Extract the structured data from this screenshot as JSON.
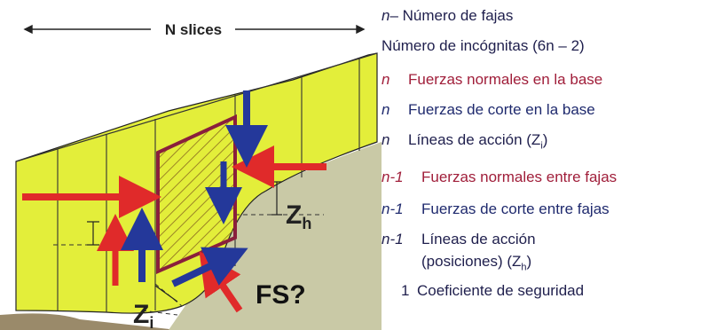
{
  "diagram": {
    "top_label": "N slices",
    "zh_label": "Z",
    "zh_sub": "h",
    "zi_label": "Z",
    "zi_sub": "i",
    "fs_label": "FS?",
    "colors": {
      "soil": "#e3ee3a",
      "ground": "#c7c7a3",
      "slice_border": "#8a1f3c",
      "arrow_red": "#e02a2a",
      "arrow_blue": "#24389a"
    }
  },
  "legend": {
    "title_sym": "n",
    "title_text": " – Número de fajas",
    "unknowns": "Número de incógnitas (6n – 2)",
    "items": [
      {
        "sym": "n",
        "text": "Fuerzas normales en la base",
        "sub": ""
      },
      {
        "sym": "n",
        "text": "Fuerzas de corte en la base",
        "sub": ""
      },
      {
        "sym": "n",
        "text": "Líneas de acción (Z",
        "sub": "i",
        "close": ")"
      },
      {
        "sym": "n-1",
        "text": "Fuerzas normales entre fajas",
        "sub": ""
      },
      {
        "sym": "n-1",
        "text": "Fuerzas de corte entre fajas",
        "sub": ""
      },
      {
        "sym": "n-1",
        "text": "Líneas de acción",
        "sub": ""
      },
      {
        "sym": "",
        "text": "(posiciones) (Z",
        "sub": "h",
        "close": ")"
      },
      {
        "sym": "1",
        "text": "Coeficiente de seguridad",
        "sub": ""
      }
    ]
  }
}
